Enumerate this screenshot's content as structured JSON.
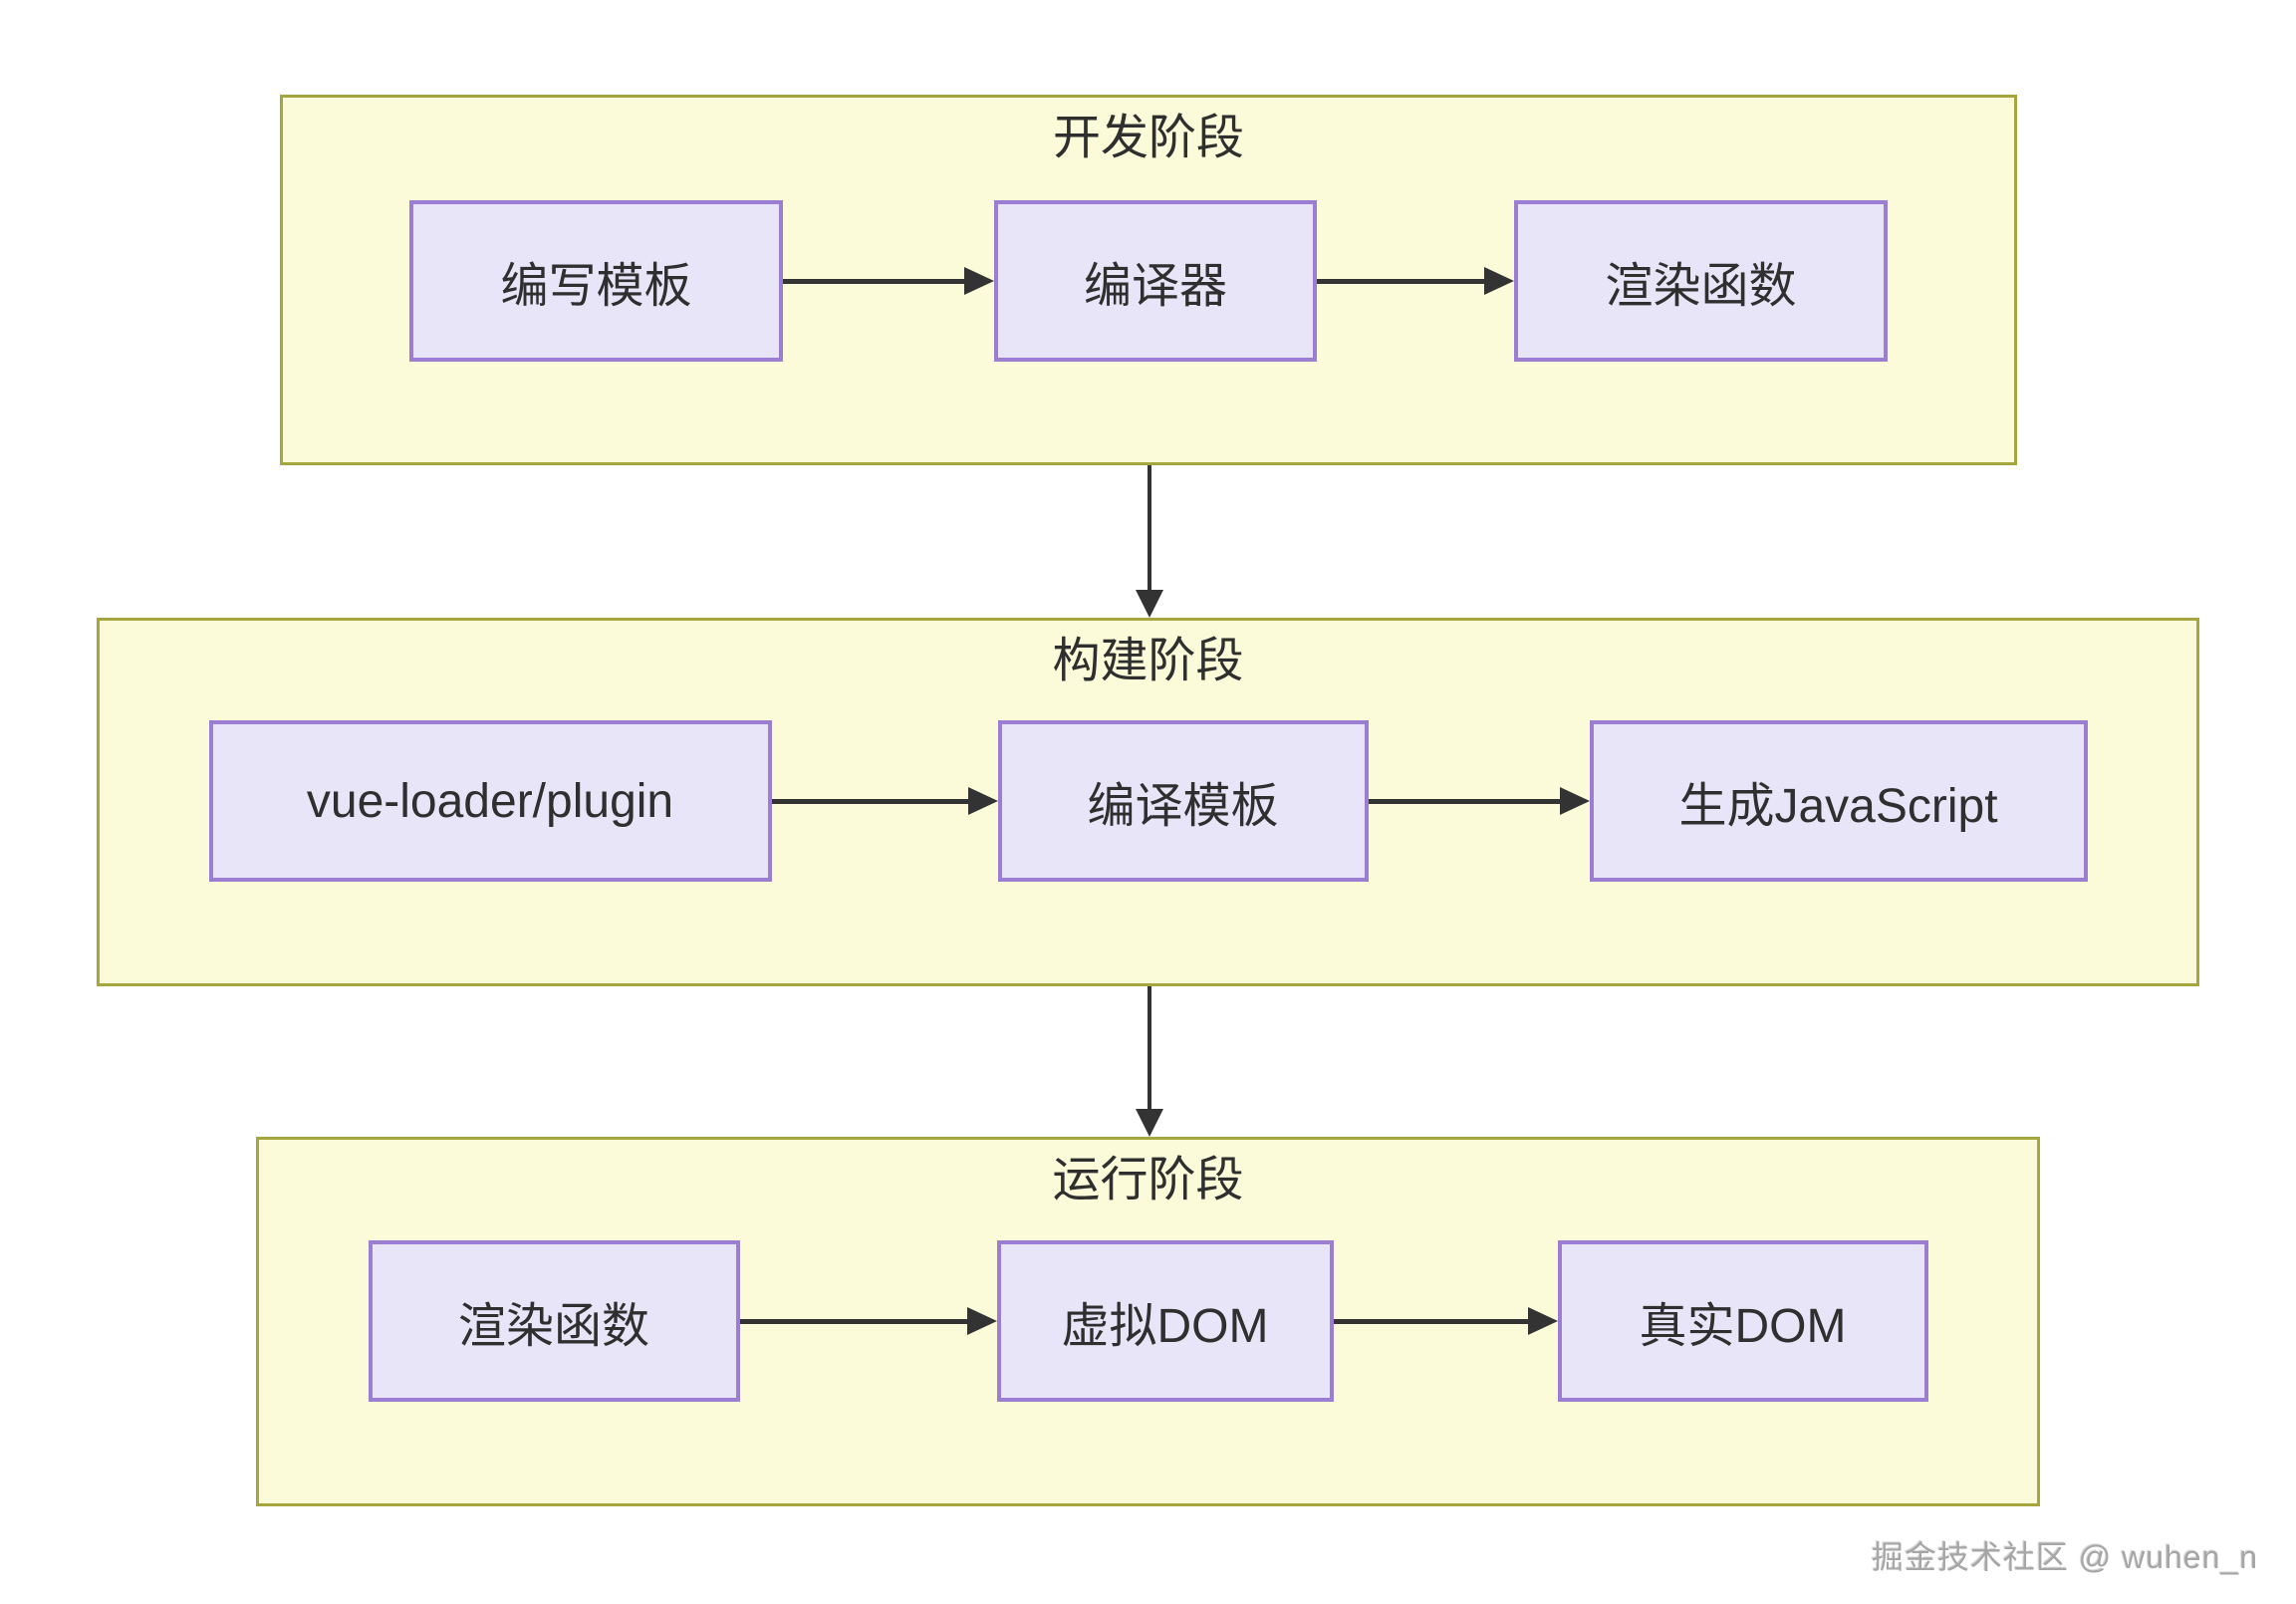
{
  "watermark": "掘金技术社区 @ wuhen_n",
  "colors": {
    "stage_fill": "#fbfbd9",
    "stage_border": "#a6a63f",
    "node_fill": "#e9e5f8",
    "node_border": "#9b7ed1",
    "arrow": "#333333",
    "text": "#2f2f2f",
    "watermark": "#a6a6a6"
  },
  "stages": [
    {
      "title": "开发阶段",
      "nodes": [
        "编写模板",
        "编译器",
        "渲染函数"
      ]
    },
    {
      "title": "构建阶段",
      "nodes": [
        "vue-loader/plugin",
        "编译模板",
        "生成JavaScript"
      ]
    },
    {
      "title": "运行阶段",
      "nodes": [
        "渲染函数",
        "虚拟DOM",
        "真实DOM"
      ]
    }
  ]
}
